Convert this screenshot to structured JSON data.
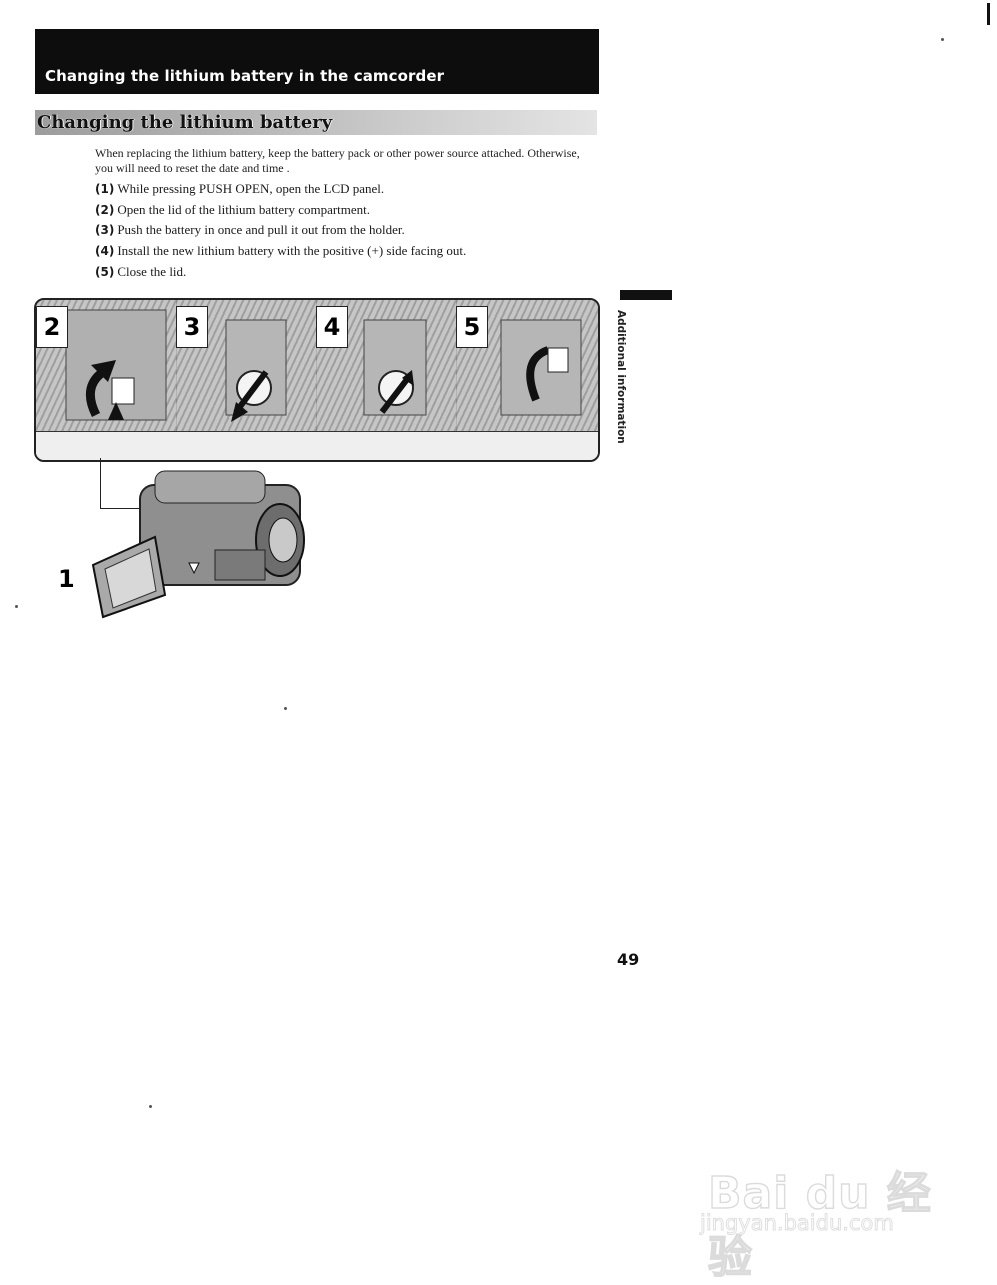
{
  "header": {
    "title": "Changing the lithium battery in the camcorder"
  },
  "section": {
    "title": "Changing the lithium battery"
  },
  "intro": "When replacing the lithium battery, keep the battery pack or other power source attached. Otherwise, you will need to reset the date and time .",
  "steps": [
    {
      "num": "(1)",
      "text": "While pressing PUSH OPEN, open the LCD panel."
    },
    {
      "num": "(2)",
      "text": "Open the lid of the lithium battery compartment."
    },
    {
      "num": "(3)",
      "text": "Push the battery in once and pull it out from the holder."
    },
    {
      "num": "(4)",
      "text": "Install the new lithium battery with the positive (+) side facing out."
    },
    {
      "num": "(5)",
      "text": "Close the lid."
    }
  ],
  "illustration": {
    "panels": [
      "2",
      "3",
      "4",
      "5"
    ],
    "camcorder_step": "1"
  },
  "side_label": "Additional information",
  "page_number": "49",
  "watermark": {
    "logo": "Bai du 经验",
    "url": "jingyan.baidu.com"
  }
}
